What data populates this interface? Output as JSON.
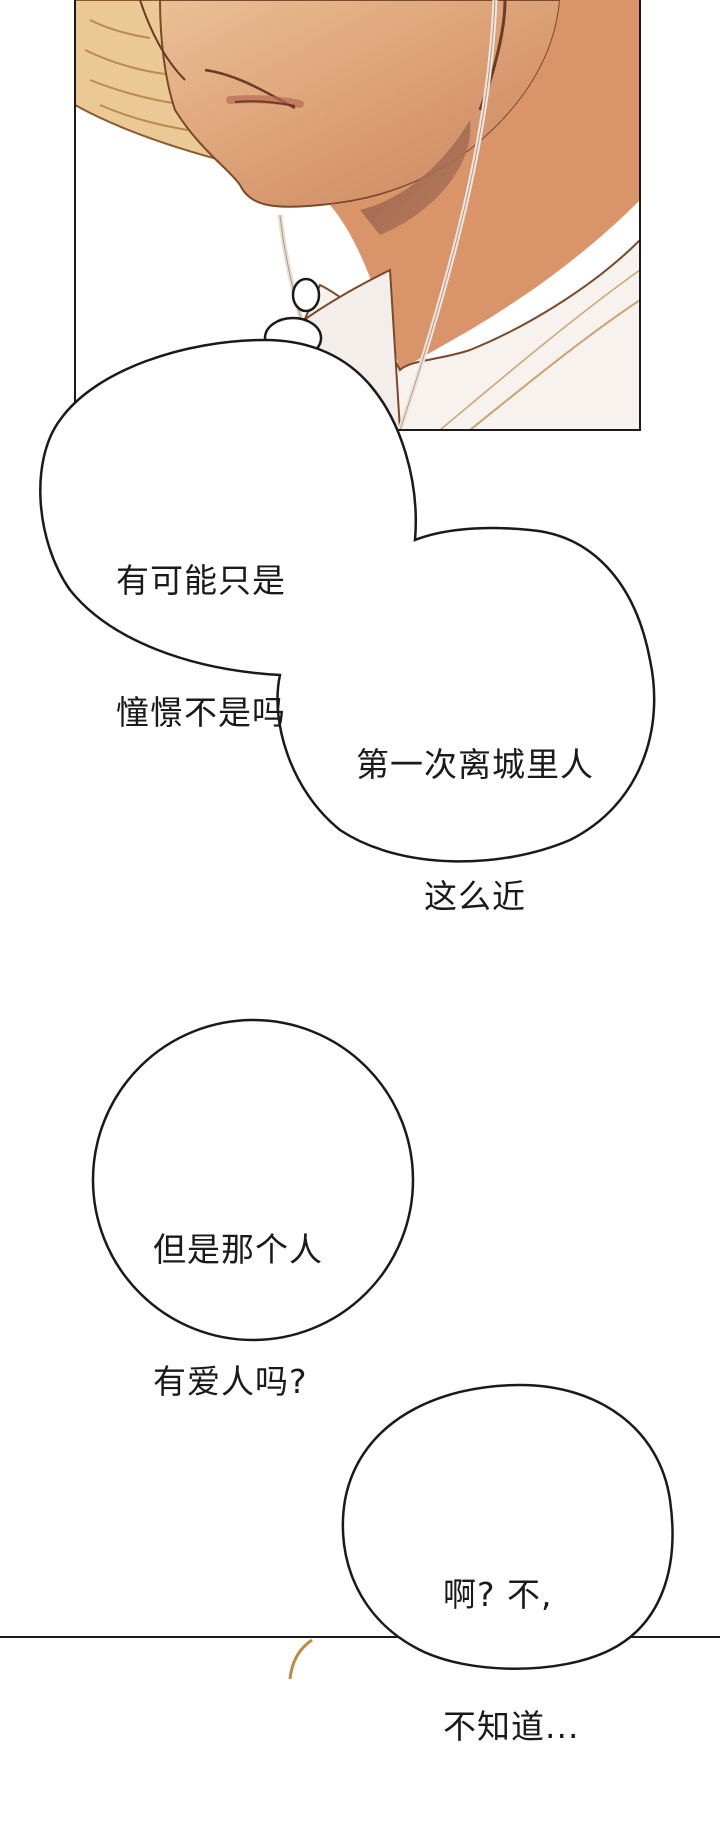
{
  "comic": {
    "colors": {
      "skin_light": "#e9b88c",
      "skin_mid": "#d99a6e",
      "skin_shadow": "#c07d57",
      "hair_straw": "#e9c98f",
      "line": "#7a4a2a",
      "shirt": "#f6f1ec",
      "bubble_stroke": "#1a1a1a"
    },
    "bubbles": [
      {
        "lines": [
          "有可能只是",
          "憧憬不是吗"
        ]
      },
      {
        "lines": [
          "第一次离城里人",
          "这么近"
        ]
      },
      {
        "lines": [
          "但是那个人",
          "有爱人吗?"
        ]
      },
      {
        "lines": [
          "啊? 不,",
          "不知道..."
        ]
      }
    ]
  }
}
